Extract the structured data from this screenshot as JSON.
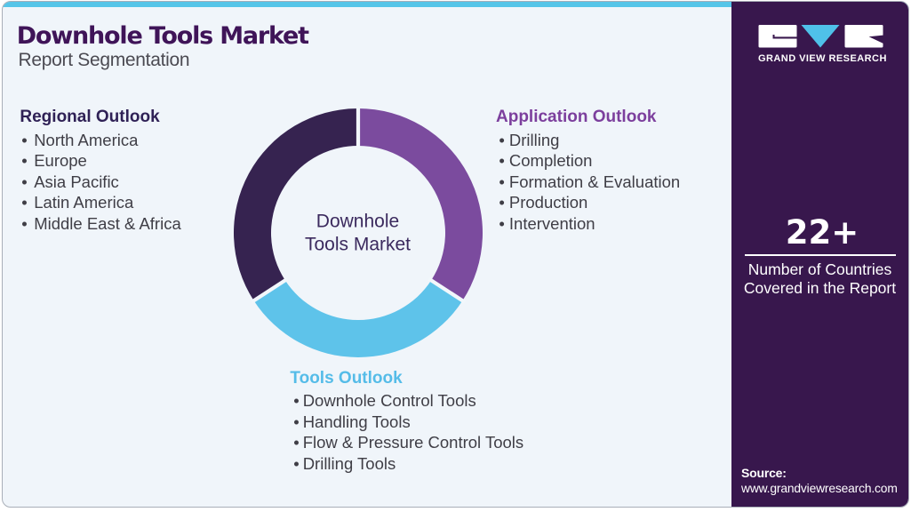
{
  "header": {
    "title": "Downhole Tools Market",
    "subtitle": "Report Segmentation"
  },
  "lists": {
    "regional": {
      "heading": "Regional Outlook",
      "items": [
        "North America",
        "Europe",
        "Asia Pacific",
        "Latin America",
        "Middle East & Africa"
      ]
    },
    "application": {
      "heading": "Application Outlook",
      "items": [
        "Drilling",
        "Completion",
        "Formation & Evaluation",
        "Production",
        "Intervention"
      ]
    },
    "tools": {
      "heading": "Tools Outlook",
      "items": [
        "Downhole Control Tools",
        "Handling Tools",
        "Flow & Pressure Control Tools",
        "Drilling Tools"
      ]
    }
  },
  "chart_data": {
    "type": "donut",
    "title": "Downhole Tools Market",
    "center_label": "Downhole Tools Market",
    "outer_radius": 140,
    "inner_radius": 98,
    "gap_degrees": [
      0,
      123,
      237
    ],
    "segments": [
      {
        "label": "Application Outlook",
        "color": "#7B4B9E",
        "start_deg": 0,
        "end_deg": 123
      },
      {
        "label": "Tools Outlook",
        "color": "#5EC3EA",
        "start_deg": 123,
        "end_deg": 237
      },
      {
        "label": "Regional Outlook",
        "color": "#362350",
        "start_deg": 237,
        "end_deg": 360
      }
    ]
  },
  "sidebar": {
    "brand_name": "GRAND VIEW RESEARCH",
    "stat_value": "22+",
    "stat_caption": "Number of Countries\nCovered in the Report",
    "source_label": "Source:",
    "source_url": "www.grandviewresearch.com"
  },
  "colors": {
    "accent_cyan": "#56C5E8",
    "sidebar_purple": "#38174D",
    "title_purple": "#3F1458",
    "background": "#F0F5FA"
  }
}
